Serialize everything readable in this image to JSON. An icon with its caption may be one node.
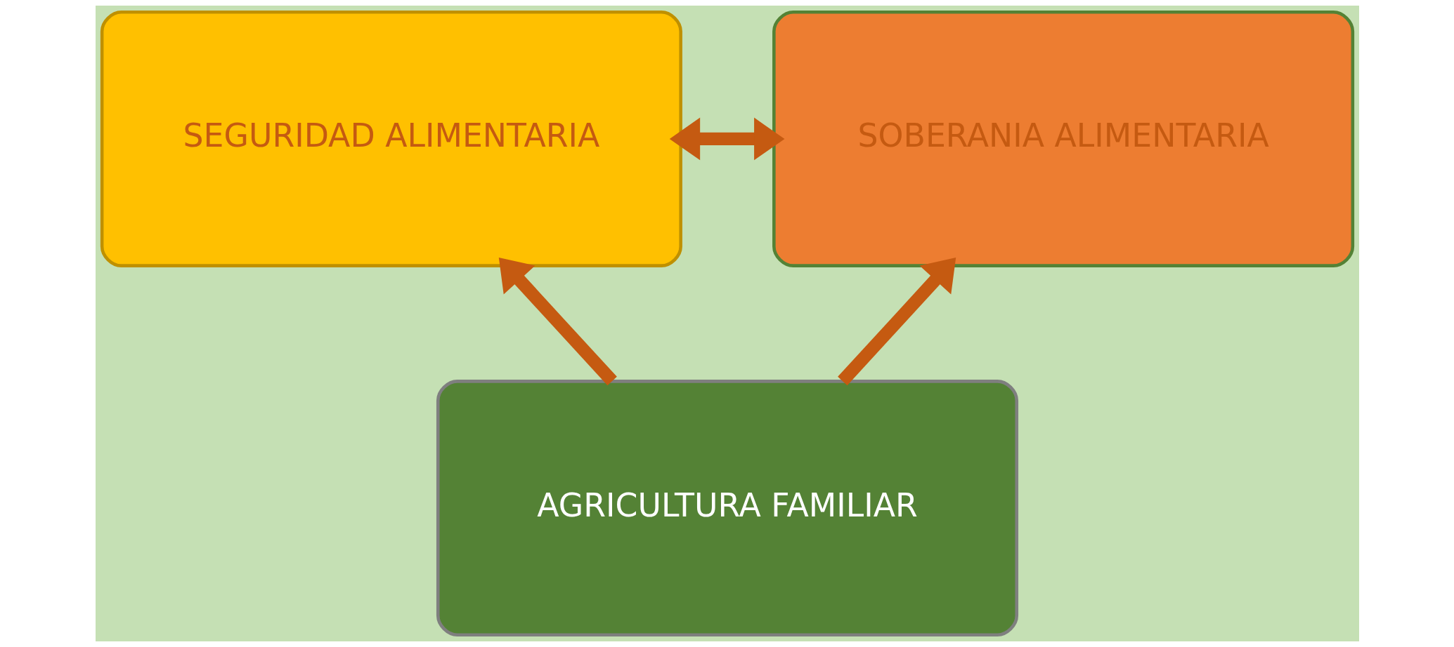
{
  "diagram": {
    "nodes": [
      {
        "text": [
          "SEGURIDAD ALIMENTARIA"
        ]
      },
      {
        "text": [
          "SOBERANIA ALIMENTARIA"
        ]
      },
      {
        "text": [
          "AGRICULTURA FAMILIAR"
        ]
      }
    ],
    "edges": [
      {
        "from": 0,
        "to": 1,
        "arrow": "both"
      },
      {
        "from": 2,
        "to": 0,
        "arrow": "to"
      },
      {
        "from": 2,
        "to": 1,
        "arrow": "to"
      }
    ]
  }
}
